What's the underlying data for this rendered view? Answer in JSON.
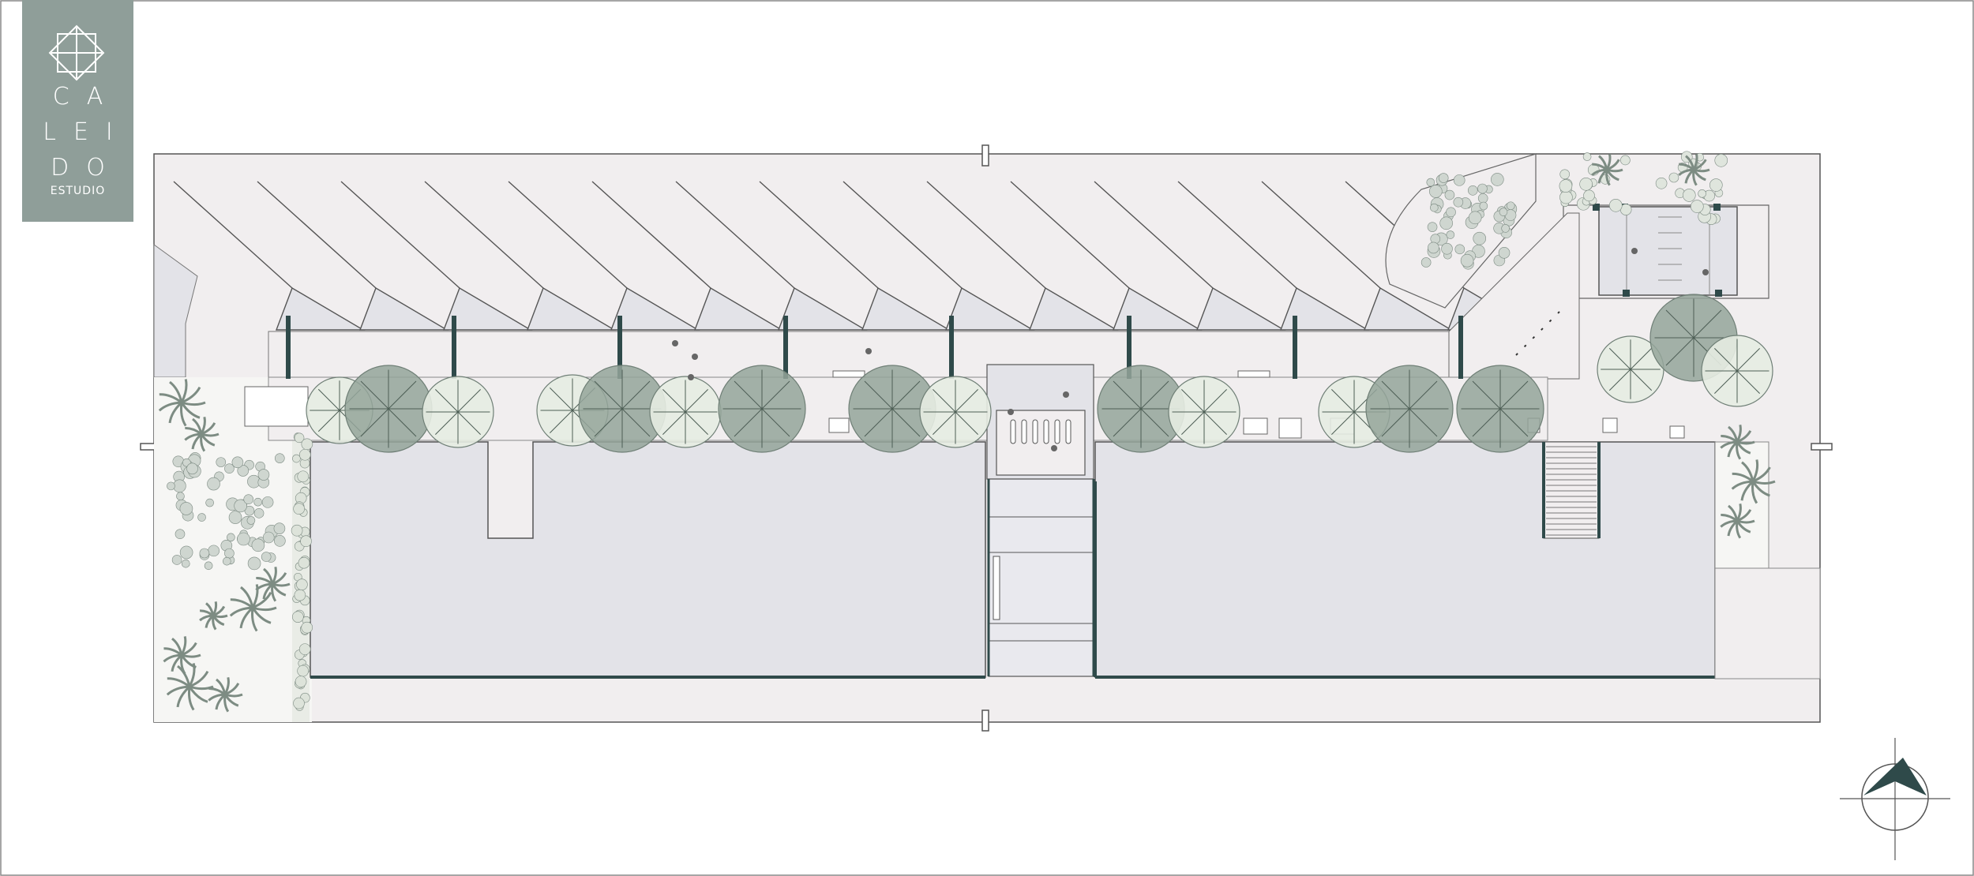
{
  "brand": {
    "name_lines": [
      "CA",
      "LEI",
      "DO"
    ],
    "sub": "ESTUDIO",
    "bg_color": "#8f9e99",
    "icon": "kaleidoscope-star-icon"
  },
  "compass": {
    "icon": "north-arrow-icon"
  },
  "colors": {
    "paving": "#f1eeef",
    "building": "#e3e3e8",
    "wall_accent": "#2f4a4a",
    "tree_dark": "#94a59a",
    "tree_light": "#e6ece2",
    "line": "#555555"
  }
}
